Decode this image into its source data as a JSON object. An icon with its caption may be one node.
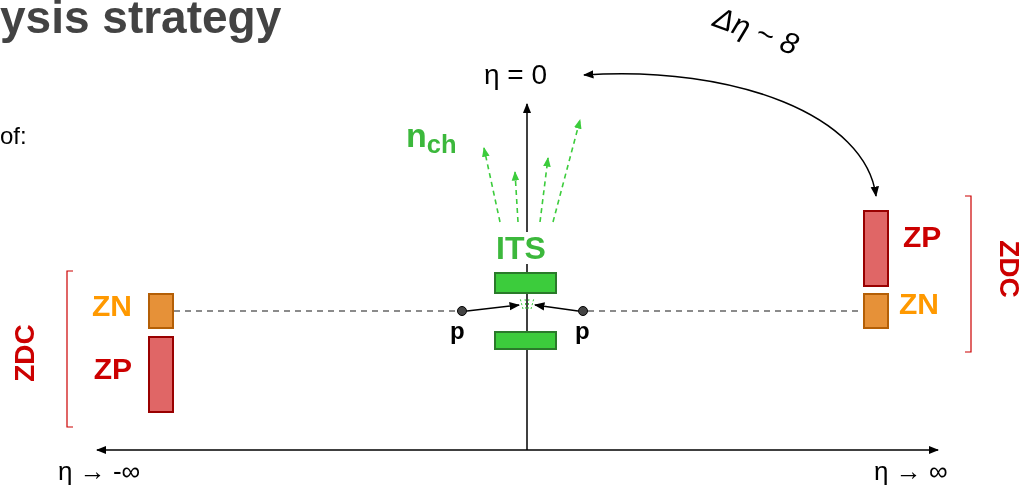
{
  "diagram": {
    "title": "ysis strategy",
    "nodes": [
      {
        "text": [
          "η = 0"
        ]
      },
      {
        "text": [],
        "shape": "bar",
        "beside": [
          "ZP"
        ]
      },
      {
        "text": [],
        "shape": "bar",
        "beside": [
          "ZN"
        ]
      },
      {
        "text": [],
        "shape": "bar",
        "beside": [
          "ZN"
        ]
      },
      {
        "text": [],
        "shape": "bar",
        "beside": [
          "ZP"
        ]
      },
      {
        "text": [],
        "shape": "bar"
      },
      {
        "text": [],
        "shape": "bar"
      },
      {
        "text": [],
        "shape": "circle",
        "beside": [
          "p"
        ]
      },
      {
        "text": [],
        "shape": "circle",
        "beside": [
          "p"
        ]
      },
      {
        "text": [],
        "shape": "picture"
      }
    ],
    "edges": [
      {
        "from": 1,
        "to": 0,
        "arrow": "both",
        "label": "Δη ~ 8"
      },
      {
        "from": 3,
        "to": 7,
        "arrow": "none",
        "style": "dashed",
        "color": "#666666"
      },
      {
        "from": 8,
        "to": 2,
        "arrow": "none",
        "style": "dashed",
        "color": "#666666"
      },
      {
        "from": 7,
        "to": 9,
        "arrow": "to"
      },
      {
        "from": 8,
        "to": 9,
        "arrow": "to"
      }
    ],
    "labels": [
      "of:",
      "n$_{ch}$",
      "ITS",
      "ZDC",
      "ZDC",
      "η → -∞",
      "η → ∞"
    ]
  }
}
